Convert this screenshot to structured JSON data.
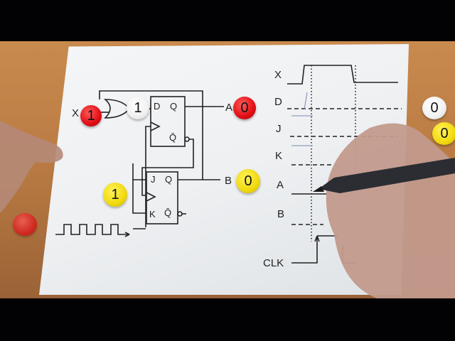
{
  "scene": {
    "description": "Hand-drawn digital logic worksheet: D and JK flip-flop circuit with timing diagram, colored tokens showing logic values",
    "colors": {
      "desk": "#b87a42",
      "paper": "#eef0f2",
      "ink": "#222222",
      "red_token": "#e00d14",
      "yellow_token": "#f1d90e",
      "white_token": "#f1f1f1"
    }
  },
  "circuit": {
    "input_label": "X",
    "dff": {
      "pin_d": "D",
      "pin_q": "Q",
      "pin_qbar": "Q̄"
    },
    "jkff": {
      "pin_j": "J",
      "pin_k": "K",
      "pin_q": "Q",
      "pin_qbar": "Q̄"
    },
    "output_a_label": "A",
    "output_b_label": "B",
    "gate": "OR"
  },
  "tokens": {
    "x_value": "1",
    "or_output_value": "1",
    "a_value": "0",
    "b_value": "0",
    "jk_input_value": "1",
    "side_white_value": "0",
    "side_yellow_value": "0"
  },
  "timing": {
    "signals": [
      "X",
      "D",
      "J",
      "K",
      "A",
      "B"
    ],
    "clock_label": "CLK"
  }
}
